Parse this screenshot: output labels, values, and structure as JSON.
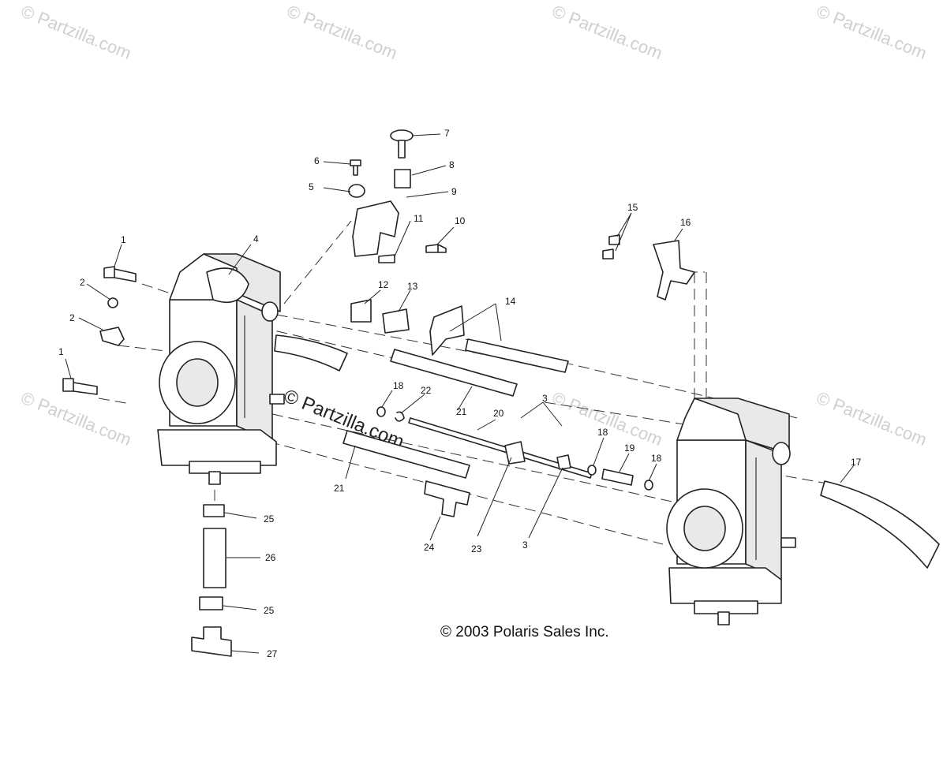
{
  "watermark": "© Partzilla.com",
  "copyright": "© 2003 Polaris Sales Inc.",
  "callouts": [
    "1",
    "1",
    "2",
    "2",
    "3",
    "3",
    "4",
    "5",
    "6",
    "7",
    "8",
    "9",
    "10",
    "11",
    "12",
    "13",
    "14",
    "15",
    "16",
    "17",
    "18",
    "18",
    "18",
    "19",
    "20",
    "21",
    "21",
    "22",
    "23",
    "24",
    "25",
    "25",
    "26",
    "27"
  ]
}
